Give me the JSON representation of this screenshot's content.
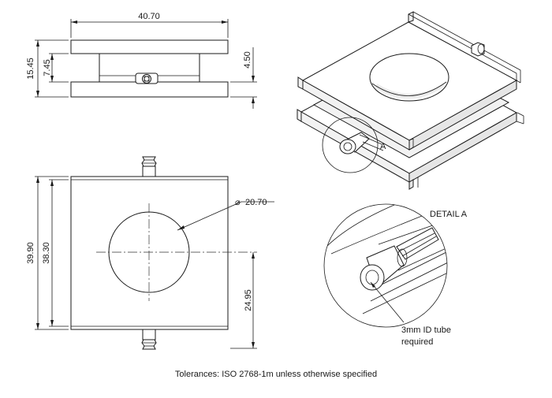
{
  "dimensions": {
    "width_top": "40.70",
    "height_total": "15.45",
    "height_gap": "7.45",
    "plate_thickness": "4.50",
    "width_outer": "39.90",
    "width_inner": "38.30",
    "hole_offset": "24.95",
    "hole_diameter": "20.70"
  },
  "symbols": {
    "diameter": "⌀"
  },
  "labels": {
    "detail_marker": "A",
    "detail_title": "DETAIL A",
    "tube_note_line1": "3mm ID tube",
    "tube_note_line2": "required"
  },
  "footer": {
    "tolerance_note": "Tolerances: ISO 2768-1m unless otherwise specified"
  }
}
